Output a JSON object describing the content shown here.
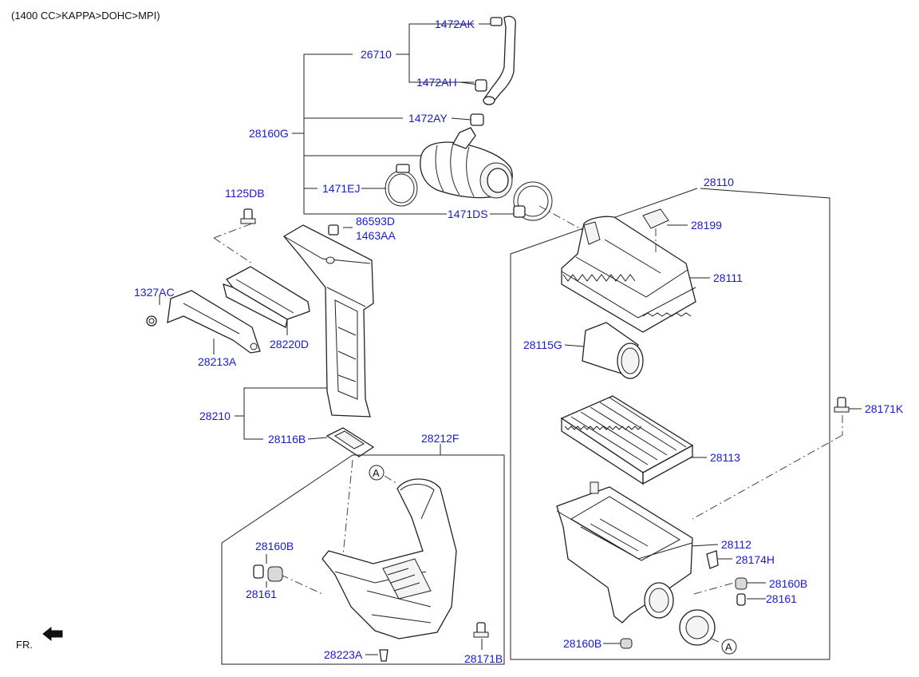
{
  "header": {
    "title": "(1400 CC>KAPPA>DOHC>MPI)"
  },
  "orientation": {
    "label": "FR."
  },
  "callouts": {
    "a_top": "A",
    "a_bottom": "A"
  },
  "parts": {
    "p_1472ak": "1472AK",
    "p_26710": "26710",
    "p_1472ah": "1472AH",
    "p_1472ay": "1472AY",
    "p_28160g": "28160G",
    "p_1471ej": "1471EJ",
    "p_1471ds": "1471DS",
    "p_28110": "28110",
    "p_28199": "28199",
    "p_28111": "28111",
    "p_1125db": "1125DB",
    "p_86593d": "86593D",
    "p_1463aa": "1463AA",
    "p_1327ac": "1327AC",
    "p_28220d": "28220D",
    "p_28213a": "28213A",
    "p_28115g": "28115G",
    "p_28171k": "28171K",
    "p_28210": "28210",
    "p_28116b": "28116B",
    "p_28212f": "28212F",
    "p_28113": "28113",
    "p_28160b_left": "28160B",
    "p_28161_left": "28161",
    "p_28112": "28112",
    "p_28174h": "28174H",
    "p_28160b_right": "28160B",
    "p_28161_right": "28161",
    "p_28160b_bottom": "28160B",
    "p_28223a": "28223A",
    "p_28171b": "28171B"
  }
}
